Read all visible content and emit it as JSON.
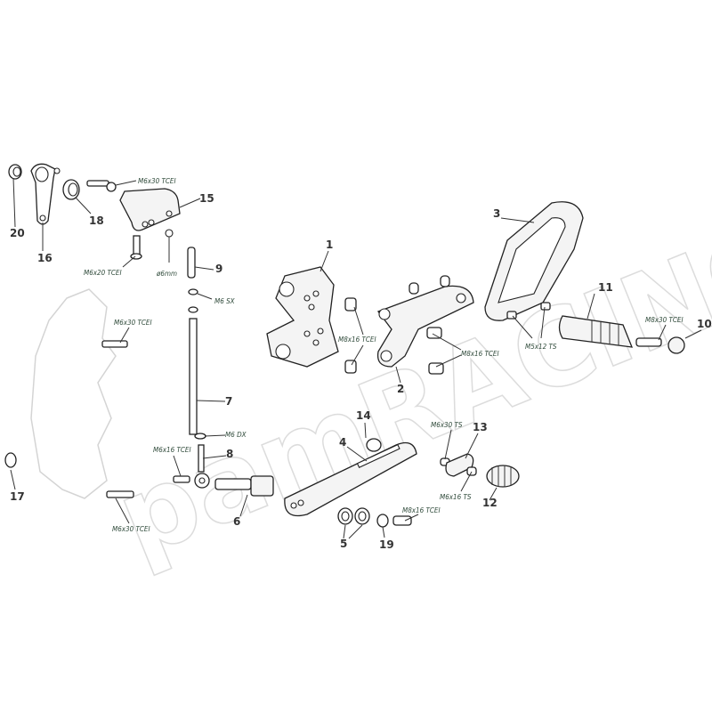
{
  "watermark": "pamRACING",
  "callouts": {
    "n20": "20",
    "n16": "16",
    "n18": "18",
    "n15": "15",
    "n9": "9",
    "n1": "1",
    "n3": "3",
    "n11": "11",
    "n10": "10",
    "n2": "2",
    "n7": "7",
    "n14": "14",
    "n13": "13",
    "n4": "4",
    "n8": "8",
    "n17": "17",
    "n6": "6",
    "n12": "12",
    "n5": "5",
    "n19": "19"
  },
  "fasteners": {
    "m6x30_tcei_top": "M6x30 TCEI",
    "m6x20_tcei": "M6x20 TCEI",
    "washer_6mm": "ø6mm",
    "m6_sx": "M6 SX",
    "m8x16_tcei_left": "M8x16 TCEI",
    "m8x16_tcei_mid": "M8x16 TCEI",
    "m5x12_ts": "M5x12 TS",
    "m8x30_tcei": "M8x30 TCEI",
    "m6x30_tcei_mid": "M6x30 TCEI",
    "m6_dx": "M6 DX",
    "m6x30_ts": "M6x30 TS",
    "m6x16_tcei": "M6x16 TCEI",
    "m6x16_ts": "M6x16 TS",
    "m6x30_tcei_bottom": "M6x30 TCEI",
    "m8x16_tcei_bottom": "M8x16 TCEI"
  }
}
